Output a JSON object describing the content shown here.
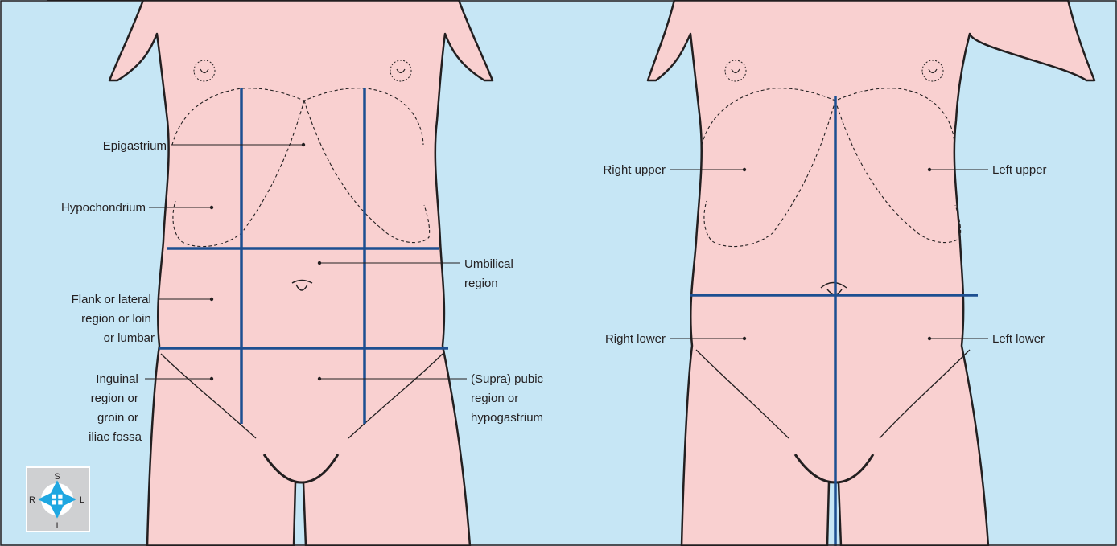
{
  "colors": {
    "background": "#c6e6f5",
    "skin": "#f9d0d0",
    "outline": "#231f20",
    "region_lines": "#1d4f91",
    "compass_box": "#cfd0d2",
    "compass_arrows": "#1fa7e1"
  },
  "nine_region_labels": {
    "epigastrium": "Epigastrium",
    "hypochondrium": "Hypochondrium",
    "flank": [
      "Flank or lateral",
      "region or loin",
      "or lumbar"
    ],
    "inguinal": [
      "Inguinal",
      "region or",
      "groin or",
      "iliac fossa"
    ],
    "umbilical": [
      "Umbilical",
      "region"
    ],
    "pubic": [
      "(Supra) pubic",
      "region or",
      "hypogastrium"
    ]
  },
  "quadrant_labels": {
    "right_upper": "Right upper",
    "left_upper": "Left upper",
    "right_lower": "Right lower",
    "left_lower": "Left lower"
  },
  "compass": {
    "superior": "S",
    "inferior": "I",
    "right": "R",
    "left": "L"
  }
}
